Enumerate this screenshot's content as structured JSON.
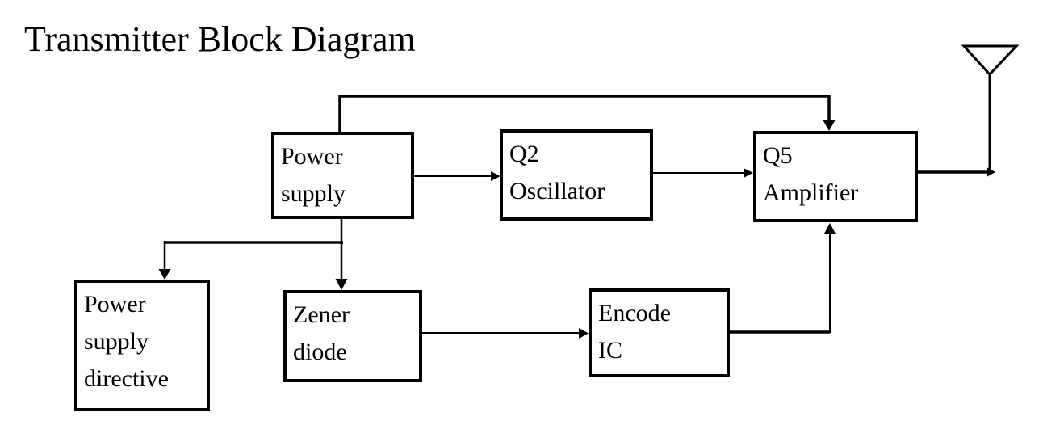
{
  "title": "Transmitter Block Diagram",
  "diagram": {
    "blocks": [
      {
        "id": "power-supply",
        "label": "Power\nsupply"
      },
      {
        "id": "q2-oscillator",
        "label": "Q2\nOscillator"
      },
      {
        "id": "q5-amplifier",
        "label": "Q5\nAmplifier"
      },
      {
        "id": "power-supply-directive",
        "label": "Power\nsupply\ndirective"
      },
      {
        "id": "zener-diode",
        "label": "Zener\ndiode"
      },
      {
        "id": "encode-ic",
        "label": "Encode\nIC"
      }
    ],
    "connections": [
      {
        "from": "power-supply",
        "to": "q2-oscillator"
      },
      {
        "from": "q2-oscillator",
        "to": "q5-amplifier"
      },
      {
        "from": "power-supply",
        "to": "q5-amplifier",
        "route": "top feedback line"
      },
      {
        "from": "power-supply",
        "to": "power-supply-directive"
      },
      {
        "from": "power-supply",
        "to": "zener-diode"
      },
      {
        "from": "zener-diode",
        "to": "encode-ic"
      },
      {
        "from": "encode-ic",
        "to": "q5-amplifier"
      },
      {
        "from": "q5-amplifier",
        "to": "antenna"
      }
    ],
    "icons": {
      "antenna": "antenna-icon"
    },
    "colors": {
      "line": "#000000",
      "background": "#ffffff",
      "text": "#000000"
    }
  }
}
